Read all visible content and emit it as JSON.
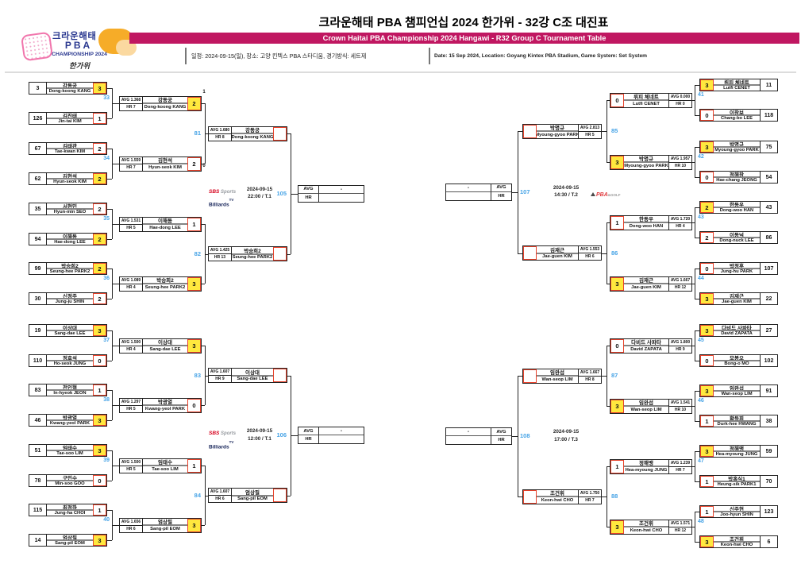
{
  "header": {
    "logo": {
      "brand": "크라운해태",
      "brand2": "PBA",
      "championship": "CHAMPIONSHIP 2024",
      "event": "한가위"
    },
    "title_ko": "크라운해태 PBA 챔피언십 2024 한가위 - 32강 C조 대진표",
    "title_en": "Crown Haitai PBA Championship 2024 Hangawi - R32 Group C Tournament Table",
    "info_ko": "일정: 2024-09-15(일), 장소: 고양 킨텍스 PBA 스타디움, 경기방식: 세트제",
    "info_en": "Date: 15 Sep 2024, Location: Goyang Kintex PBA Stadium, Game System: Set System"
  },
  "labels": {
    "avg": "AVG",
    "hr": "HR"
  },
  "logos": {
    "sbs": {
      "l1a": "SBS",
      "l1b": " Sports",
      "l2a": "Billiards",
      "l2b": "TV"
    },
    "pba": {
      "main": "PBA",
      "suffix": "&GOLF"
    }
  },
  "colors": {
    "magenta": "#C01761",
    "blue": "#46A3E6",
    "winner_yellow": "#FFE83E",
    "score_red": "#E8432C"
  },
  "bracket": {
    "left": {
      "sections": [
        {
          "r32": [
            {
              "no": "33",
              "players": [
                {
                  "num": "3",
                  "kr": "강동궁",
                  "en": "Dong-koong KANG",
                  "score": "3",
                  "winner": true
                },
                {
                  "num": "126",
                  "kr": "김진태",
                  "en": "Jin-tai KIM",
                  "score": "1",
                  "winner": false
                }
              ]
            },
            {
              "no": "34",
              "players": [
                {
                  "num": "67",
                  "kr": "김태관",
                  "en": "Tae-kwan KIM",
                  "score": "2",
                  "winner": false
                },
                {
                  "num": "62",
                  "kr": "김현석",
                  "en": "Hyun-seok KIM",
                  "score": "2",
                  "winner": true
                }
              ]
            }
          ],
          "r16": {
            "no": "81",
            "entries": [
              {
                "avg": "AVG 1.368",
                "hr": "HR 7",
                "kr": "강동궁",
                "en": "Dong-koong KANG",
                "score": "2",
                "winner": true,
                "so": "1"
              },
              {
                "avg": "AVG 1.559",
                "hr": "HR 7",
                "kr": "김현석",
                "en": "Hyun-seok KIM",
                "score": "2",
                "winner": false,
                "so": "0"
              }
            ]
          },
          "qf": {
            "avg": "AVG 1.680",
            "hr": "HR 8",
            "kr": "강동궁",
            "en": "Dong-koong KANG"
          }
        },
        {
          "r32": [
            {
              "no": "35",
              "players": [
                {
                  "num": "35",
                  "kr": "서현민",
                  "en": "Hyun-min SEO",
                  "score": "2",
                  "winner": false
                },
                {
                  "num": "94",
                  "kr": "이해동",
                  "en": "Hae-dong LEE",
                  "score": "2",
                  "winner": true
                }
              ]
            },
            {
              "no": "36",
              "players": [
                {
                  "num": "99",
                  "kr": "박승희2",
                  "en": "Seung-hee PARK2",
                  "score": "2",
                  "winner": true
                },
                {
                  "num": "30",
                  "kr": "신정주",
                  "en": "Jung-ju SHIN",
                  "score": "2",
                  "winner": false
                }
              ]
            }
          ],
          "r16": {
            "no": "82",
            "entries": [
              {
                "avg": "AVG 1.531",
                "hr": "HR 5",
                "kr": "이해동",
                "en": "Hae-dong LEE",
                "score": "1",
                "winner": false
              },
              {
                "avg": "AVG 1.089",
                "hr": "HR 4",
                "kr": "박승희2",
                "en": "Seung-hee PARK2",
                "score": "3",
                "winner": true
              }
            ]
          },
          "qf": {
            "avg": "AVG 1.425",
            "hr": "HR 13",
            "kr": "박승희2",
            "en": "Seung-hee PARK2"
          }
        },
        {
          "r32": [
            {
              "no": "37",
              "players": [
                {
                  "num": "19",
                  "kr": "이상대",
                  "en": "Sang-dae LEE",
                  "score": "3",
                  "winner": true
                },
                {
                  "num": "110",
                  "kr": "정호석",
                  "en": "Ho-seok JUNG",
                  "score": "0",
                  "winner": false
                }
              ]
            },
            {
              "no": "38",
              "players": [
                {
                  "num": "83",
                  "kr": "전인혁",
                  "en": "In-hyeok JEON",
                  "score": "1",
                  "winner": false
                },
                {
                  "num": "46",
                  "kr": "박광열",
                  "en": "Kwang-yeol PARK",
                  "score": "3",
                  "winner": true
                }
              ]
            }
          ],
          "r16": {
            "no": "83",
            "entries": [
              {
                "avg": "AVG 1.500",
                "hr": "HR 4",
                "kr": "이상대",
                "en": "Sang-dae LEE",
                "score": "3",
                "winner": true
              },
              {
                "avg": "AVG 1.297",
                "hr": "HR 5",
                "kr": "박광열",
                "en": "Kwang-yeol PARK",
                "score": "0",
                "winner": false
              }
            ]
          },
          "qf": {
            "avg": "AVG 1.607",
            "hr": "HR 9",
            "kr": "이상대",
            "en": "Sang-dae LEE"
          }
        },
        {
          "r32": [
            {
              "no": "39",
              "players": [
                {
                  "num": "51",
                  "kr": "임태수",
                  "en": "Tae-soo LIM",
                  "score": "3",
                  "winner": true
                },
                {
                  "num": "78",
                  "kr": "구민수",
                  "en": "Min-soo GOO",
                  "score": "0",
                  "winner": false
                }
              ]
            },
            {
              "no": "40",
              "players": [
                {
                  "num": "115",
                  "kr": "최정하",
                  "en": "Jung-ha CHOI",
                  "score": "1",
                  "winner": false
                },
                {
                  "num": "14",
                  "kr": "엄상필",
                  "en": "Sang-pil EOM",
                  "score": "3",
                  "winner": true
                }
              ]
            }
          ],
          "r16": {
            "no": "84",
            "entries": [
              {
                "avg": "AVG 1.500",
                "hr": "HR 5",
                "kr": "임태수",
                "en": "Tae-soo LIM",
                "score": "1",
                "winner": false
              },
              {
                "avg": "AVG 1.656",
                "hr": "HR 6",
                "kr": "엄상필",
                "en": "Sang-pil EOM",
                "score": "3",
                "winner": true
              }
            ]
          },
          "qf": {
            "avg": "AVG 1.607",
            "hr": "HR 6",
            "kr": "엄상필",
            "en": "Sang-pil EOM"
          }
        }
      ],
      "centers": [
        {
          "no": "105",
          "broadcast": "sbs",
          "date": "2024-09-15",
          "time": "22:00 / T.1",
          "avg_value": "-",
          "hr_value": ""
        },
        {
          "no": "106",
          "broadcast": "sbs",
          "date": "2024-09-15",
          "time": "12:00 / T.1",
          "avg_value": "-",
          "hr_value": ""
        }
      ]
    },
    "right": {
      "sections": [
        {
          "r32": [
            {
              "no": "41",
              "players": [
                {
                  "num": "11",
                  "kr": "뤼피 체네트",
                  "en": "Lutfi CENET",
                  "score": "3",
                  "winner": true
                },
                {
                  "num": "118",
                  "kr": "이창보",
                  "en": "Chang-bo LEE",
                  "score": "0",
                  "winner": false
                }
              ]
            },
            {
              "no": "42",
              "players": [
                {
                  "num": "75",
                  "kr": "박명규",
                  "en": "Myoung-gyoo PARK",
                  "score": "3",
                  "winner": true
                },
                {
                  "num": "54",
                  "kr": "정해창",
                  "en": "Hae-chang JEONG",
                  "score": "0",
                  "winner": false
                }
              ]
            }
          ],
          "r16": {
            "no": "85",
            "entries": [
              {
                "avg": "AVG 0.000",
                "hr": "HR 0",
                "kr": "뤼피 체네트",
                "en": "Lutfi CENET",
                "score": "0",
                "winner": false
              },
              {
                "avg": "AVG 1.957",
                "hr": "HR 10",
                "kr": "박명규",
                "en": "Myoung-gyoo PARK",
                "score": "3",
                "winner": true
              }
            ]
          },
          "qf": {
            "avg": "AVG 2.813",
            "hr": "HR 5",
            "kr": "박명규",
            "en": "Myoung-gyoo PARK"
          }
        },
        {
          "r32": [
            {
              "no": "43",
              "players": [
                {
                  "num": "43",
                  "kr": "한동우",
                  "en": "Dong-woo HAN",
                  "score": "2",
                  "winner": true
                },
                {
                  "num": "86",
                  "kr": "이동넉",
                  "en": "Dong-nuck LEE",
                  "score": "2",
                  "winner": false
                }
              ]
            },
            {
              "no": "44",
              "players": [
                {
                  "num": "107",
                  "kr": "박정후",
                  "en": "Jung-hu PARK",
                  "score": "0",
                  "winner": false
                },
                {
                  "num": "22",
                  "kr": "김재근",
                  "en": "Jae-guen KIM",
                  "score": "3",
                  "winner": true
                }
              ]
            }
          ],
          "r16": {
            "no": "86",
            "entries": [
              {
                "avg": "AVG 1.720",
                "hr": "HR 4",
                "kr": "한동우",
                "en": "Dong-woo HAN",
                "score": "1",
                "winner": false
              },
              {
                "avg": "AVG 1.667",
                "hr": "HR 12",
                "kr": "김재근",
                "en": "Jae-guen KIM",
                "score": "3",
                "winner": true
              }
            ]
          },
          "qf": {
            "avg": "AVG 1.553",
            "hr": "HR 6",
            "kr": "김재근",
            "en": "Jae-guen KIM"
          }
        },
        {
          "r32": [
            {
              "no": "45",
              "players": [
                {
                  "num": "27",
                  "kr": "다비드 사파타",
                  "en": "David ZAPATA",
                  "score": "3",
                  "winner": true
                },
                {
                  "num": "102",
                  "kr": "모봉오",
                  "en": "Bong-o MO",
                  "score": "0",
                  "winner": false
                }
              ]
            },
            {
              "no": "46",
              "players": [
                {
                  "num": "91",
                  "kr": "임완섭",
                  "en": "Wan-seop LIM",
                  "score": "3",
                  "winner": true
                },
                {
                  "num": "38",
                  "kr": "황득희",
                  "en": "Durk-hee HWANG",
                  "score": "1",
                  "winner": false
                }
              ]
            }
          ],
          "r16": {
            "no": "87",
            "entries": [
              {
                "avg": "AVG 1.800",
                "hr": "HR 9",
                "kr": "다비드 사파타",
                "en": "David ZAPATA",
                "score": "0",
                "winner": false
              },
              {
                "avg": "AVG 1.541",
                "hr": "HR 10",
                "kr": "임완섭",
                "en": "Wan-seop LIM",
                "score": "3",
                "winner": true
              }
            ]
          },
          "qf": {
            "avg": "AVG 1.667",
            "hr": "HR 8",
            "kr": "임완섭",
            "en": "Wan-seop LIM"
          }
        },
        {
          "r32": [
            {
              "no": "47",
              "players": [
                {
                  "num": "59",
                  "kr": "정해맹",
                  "en": "Hea-myoung JUNG",
                  "score": "3",
                  "winner": true
                },
                {
                  "num": "70",
                  "kr": "박홍식1",
                  "en": "Heung-sik PARK1",
                  "score": "1",
                  "winner": false
                }
              ]
            },
            {
              "no": "48",
              "players": [
                {
                  "num": "123",
                  "kr": "신주현",
                  "en": "Joo-hyun SHIN",
                  "score": "1",
                  "winner": false
                },
                {
                  "num": "6",
                  "kr": "조건휘",
                  "en": "Keon-hwi CHO",
                  "score": "3",
                  "winner": true
                }
              ]
            }
          ],
          "r16": {
            "no": "88",
            "entries": [
              {
                "avg": "AVG 1.239",
                "hr": "HR 7",
                "kr": "정해맹",
                "en": "Hea-myoung JUNG",
                "score": "1",
                "winner": false
              },
              {
                "avg": "AVG 1.571",
                "hr": "HR 12",
                "kr": "조건휘",
                "en": "Keon-hwi CHO",
                "score": "3",
                "winner": true
              }
            ]
          },
          "qf": {
            "avg": "AVG 1.750",
            "hr": "HR 7",
            "kr": "조건휘",
            "en": "Keon-hwi CHO"
          }
        }
      ],
      "centers": [
        {
          "no": "107",
          "broadcast": "pba",
          "date": "2024-09-15",
          "time": "14:30 / T.2",
          "avg_value": "-",
          "hr_value": ""
        },
        {
          "no": "108",
          "broadcast": "",
          "date": "2024-09-15",
          "time": "17:00 / T.3",
          "avg_value": "-",
          "hr_value": ""
        }
      ]
    }
  }
}
